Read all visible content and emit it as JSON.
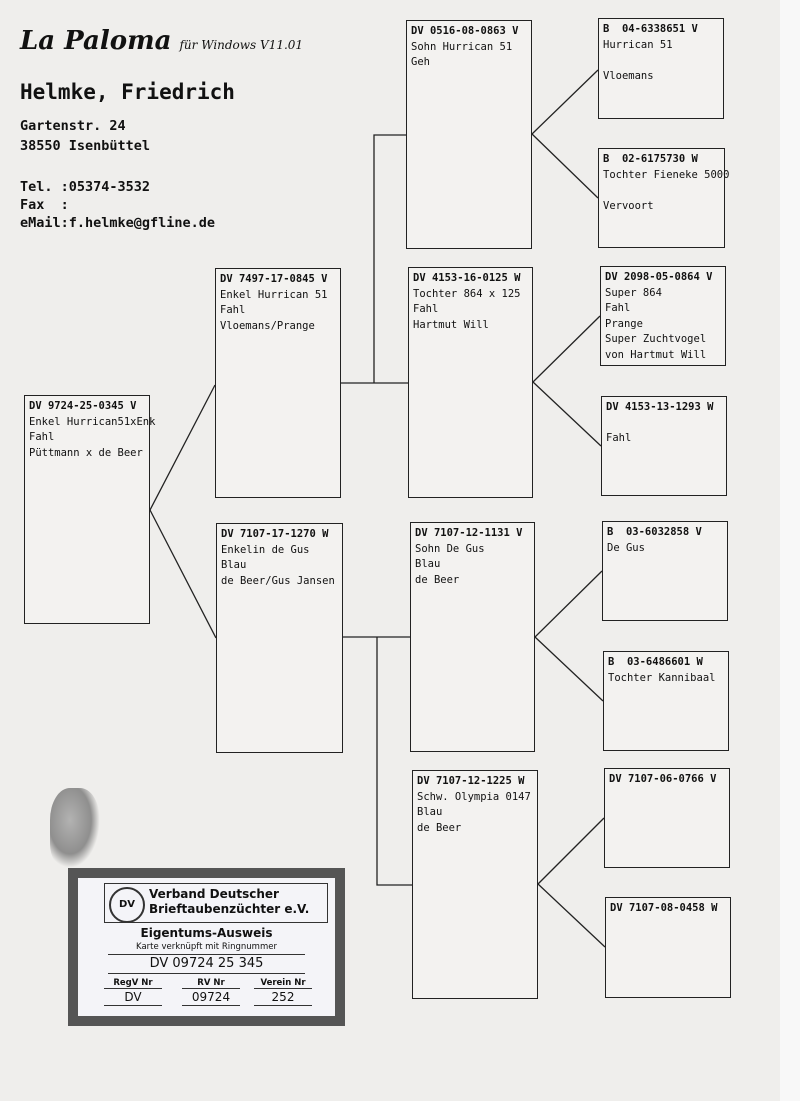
{
  "header": {
    "logo": "La Paloma",
    "logo_sub": "für Windows V11.01",
    "owner": "Helmke, Friedrich",
    "street": "Gartenstr. 24",
    "city": "38550 Isenbüttel",
    "tel": "Tel. :05374-3532",
    "fax": "Fax  :",
    "email": "eMail:f.helmke@gfline.de"
  },
  "pedigree": [
    {
      "ring": "DV 9724-25-0345 V",
      "lines": [
        "Enkel Hurrican51xEnk",
        "Fahl",
        "Püttmann x de Beer"
      ]
    },
    {
      "ring": "DV 7497-17-0845 V",
      "lines": [
        "Enkel Hurrican 51",
        "Fahl",
        "Vloemans/Prange"
      ]
    },
    {
      "ring": "DV 7107-17-1270 W",
      "lines": [
        "Enkelin de Gus",
        "Blau",
        "de Beer/Gus Jansen"
      ]
    },
    {
      "ring": "DV 0516-08-0863 V",
      "lines": [
        "Sohn Hurrican 51",
        "Geh"
      ]
    },
    {
      "ring": "DV 4153-16-0125 W",
      "lines": [
        "Tochter 864 x 125",
        "Fahl",
        "Hartmut Will"
      ]
    },
    {
      "ring": "DV 7107-12-1131 V",
      "lines": [
        "Sohn De Gus",
        "Blau",
        "de Beer"
      ]
    },
    {
      "ring": "DV 7107-12-1225 W",
      "lines": [
        "Schw. Olympia 0147",
        "Blau",
        "de Beer"
      ]
    },
    {
      "ring": "B  04-6338651 V",
      "lines": [
        "Hurrican 51",
        "",
        "Vloemans"
      ]
    },
    {
      "ring": "B  02-6175730 W",
      "lines": [
        "Tochter Fieneke 5000",
        "",
        "Vervoort"
      ]
    },
    {
      "ring": "DV 2098-05-0864 V",
      "lines": [
        "Super 864",
        "Fahl",
        "Prange",
        "Super Zuchtvogel",
        "von Hartmut Will"
      ]
    },
    {
      "ring": "DV 4153-13-1293 W",
      "lines": [
        "",
        "Fahl"
      ]
    },
    {
      "ring": "B  03-6032858 V",
      "lines": [
        "De Gus"
      ]
    },
    {
      "ring": "B  03-6486601 W",
      "lines": [
        "Tochter Kannibaal"
      ]
    },
    {
      "ring": "DV 7107-06-0766 V",
      "lines": []
    },
    {
      "ring": "DV 7107-08-0458 W",
      "lines": []
    }
  ],
  "card": {
    "org1": "Verband Deutscher",
    "org2": "Brieftaubenzüchter e.V.",
    "emblem": "DV",
    "title": "Eigentums-Ausweis",
    "subtitle": "Karte verknüpft mit Ringnummer",
    "ring": "DV 09724 25 345",
    "cols": [
      {
        "h": "RegV Nr",
        "v": "DV"
      },
      {
        "h": "RV Nr",
        "v": "09724"
      },
      {
        "h": "Verein Nr",
        "v": "252"
      }
    ]
  }
}
